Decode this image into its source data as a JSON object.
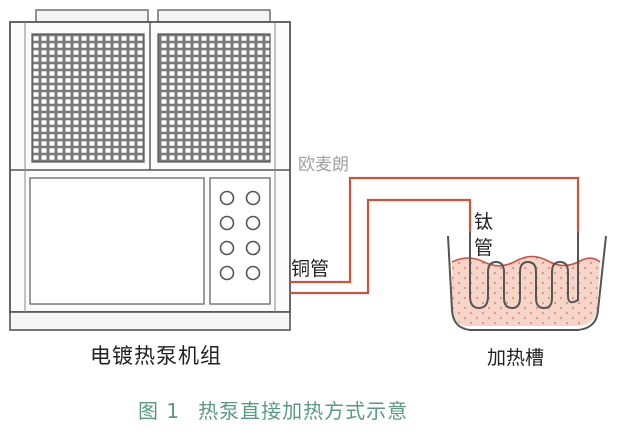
{
  "labels": {
    "unit": "电镀热泵机组",
    "copper_pipe": "铜管",
    "titanium_pipe_1": "钛",
    "titanium_pipe_2": "管",
    "tank": "加热槽",
    "watermark": "欧麦朗"
  },
  "caption": {
    "figure_no": "图 1",
    "text": "热泵直接加热方式示意"
  },
  "colors": {
    "pipe": "#c8553d",
    "fluid": "#f6d4c8",
    "outline": "#555555",
    "caption": "#5b9a82"
  }
}
